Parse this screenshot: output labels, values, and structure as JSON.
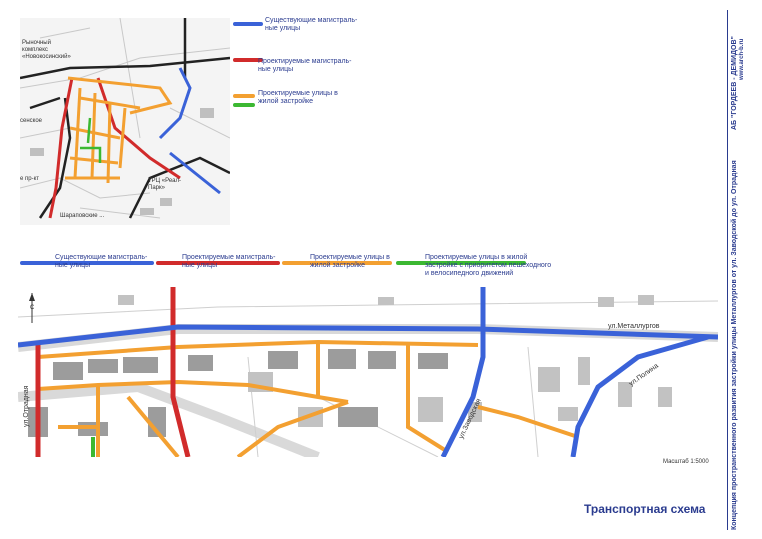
{
  "inset_legend": {
    "existing": "Существующие магистраль-\nные улицы",
    "planned_main": "Проектируемые магистраль-\nные улицы",
    "planned_residential": "Проектируемые улицы в\nжилой застройке"
  },
  "inset_labels": {
    "market": "Рыночный\nкомплекс\n«Новокосинский»",
    "mall": "ТРЦ «Реал-\nПарк»",
    "district1": "сенское",
    "district2": "Шараповские ...",
    "prospect": "е пр-кт"
  },
  "legend": {
    "existing": "Существующие магистраль-\nные улицы",
    "planned_main": "Проектируемые магистраль-\nные улицы",
    "planned_residential": "Проектируемые улицы в\nжилой застройке",
    "priority": "Проектируемые улицы в жилой\nзастройке с приоритетом пешеходного\nи велосипедного движений"
  },
  "colors": {
    "existing": "#3a62d8",
    "planned_main": "#d12b2b",
    "planned_residential": "#f3a031",
    "priority": "#3cb832",
    "building": "#9c9c9c",
    "road_casing": "#cfcfcf"
  },
  "streets": {
    "metallurgov": "ул.Металлургов",
    "otradnaya": "ул.Отрадная",
    "zavodskaya": "ул.Заводская",
    "polina": "ул.Полина"
  },
  "compass": "С",
  "scale": "Масштаб 1:5000",
  "sidebar": {
    "firm_line1": "АБ \"ГОРДЕЕВ - ДЕМИДОВ\"",
    "firm_line2": "www.arch-b.ru",
    "project": "Концепция пространственного развития застройки улицы Металлургов от ул. Заводской до ул. Отрадная"
  },
  "sheet_title": "Транспортная схема"
}
